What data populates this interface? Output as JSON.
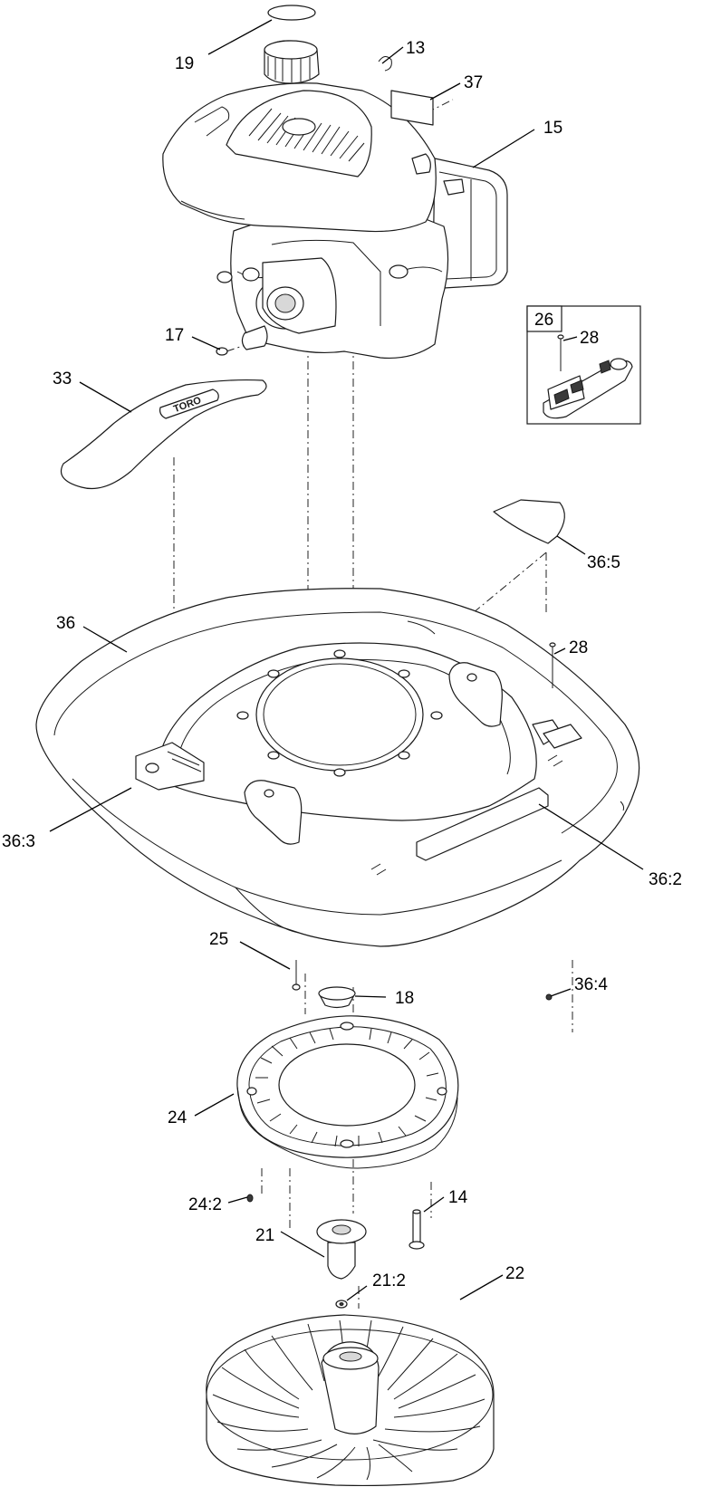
{
  "diagram": {
    "callouts": {
      "c19": "19",
      "c13": "13",
      "c37": "37",
      "c15": "15",
      "c17": "17",
      "c26": "26",
      "c28a": "28",
      "c33": "33",
      "c36_5": "36:5",
      "c36": "36",
      "c28b": "28",
      "c36_3": "36:3",
      "c36_2": "36:2",
      "c25": "25",
      "c18": "18",
      "c36_4": "36:4",
      "c24": "24",
      "c24_2": "24:2",
      "c14": "14",
      "c21": "21",
      "c21_2": "21:2",
      "c22": "22"
    },
    "decal_text": "TORO"
  }
}
